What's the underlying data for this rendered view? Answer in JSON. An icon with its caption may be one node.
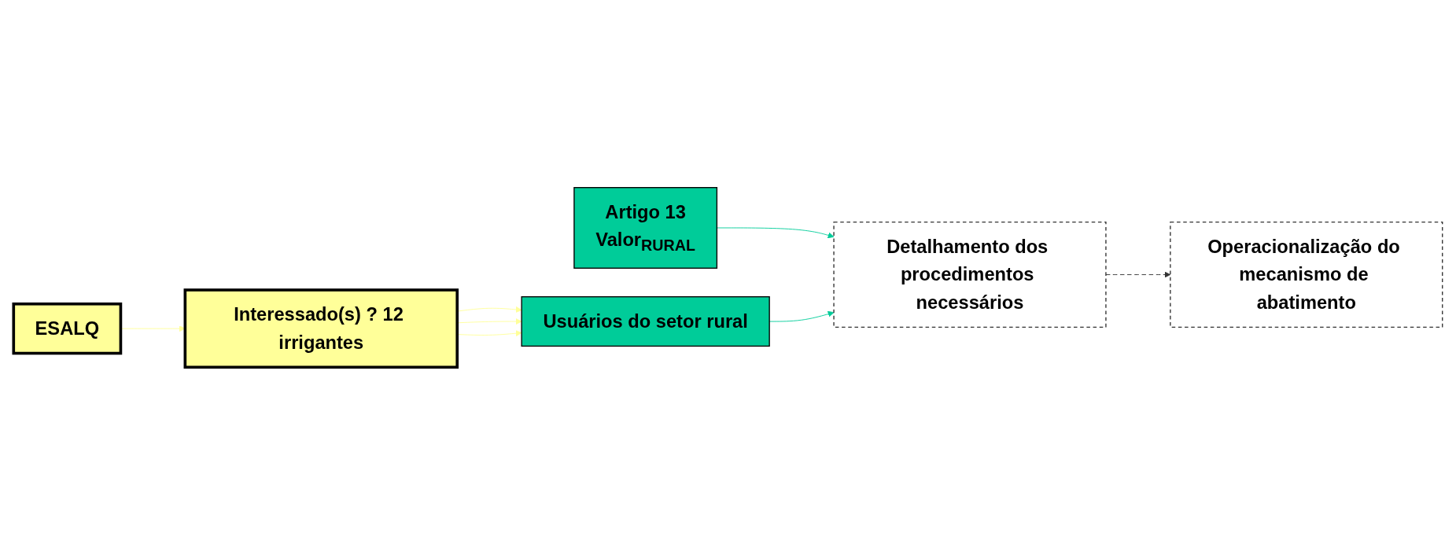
{
  "diagram": {
    "nodes": [
      {
        "text": [
          "Artigo 13",
          "Valor$_{RURAL}$"
        ]
      },
      {
        "text": [
          "Detalhamento dos procedimentos necessários"
        ]
      },
      {
        "text": [
          "Usuários do setor rural"
        ]
      },
      {
        "text": [
          "Operacionalização do mecanismo de abatimento"
        ]
      },
      {
        "text": [
          "Interessado(s) ? 12 irrigantes"
        ]
      },
      {
        "text": [
          "ESALQ"
        ]
      }
    ],
    "edges": [
      {
        "from": 0,
        "to": 1,
        "arrow": "to",
        "color": "#00cc99"
      },
      {
        "from": 2,
        "to": 1,
        "arrow": "to",
        "color": "#00cc99"
      },
      {
        "from": 1,
        "to": 3,
        "arrow": "to",
        "style": "dashed",
        "color": "#333333"
      },
      {
        "from": 4,
        "to": 2,
        "arrow": "to",
        "color": "#ffff99"
      },
      {
        "from": 4,
        "to": 2,
        "arrow": "to",
        "color": "#ffff99"
      },
      {
        "from": 4,
        "to": 2,
        "arrow": "to",
        "color": "#ffff99"
      },
      {
        "from": 5,
        "to": 4,
        "arrow": "to",
        "color": "#ffff99"
      }
    ]
  }
}
